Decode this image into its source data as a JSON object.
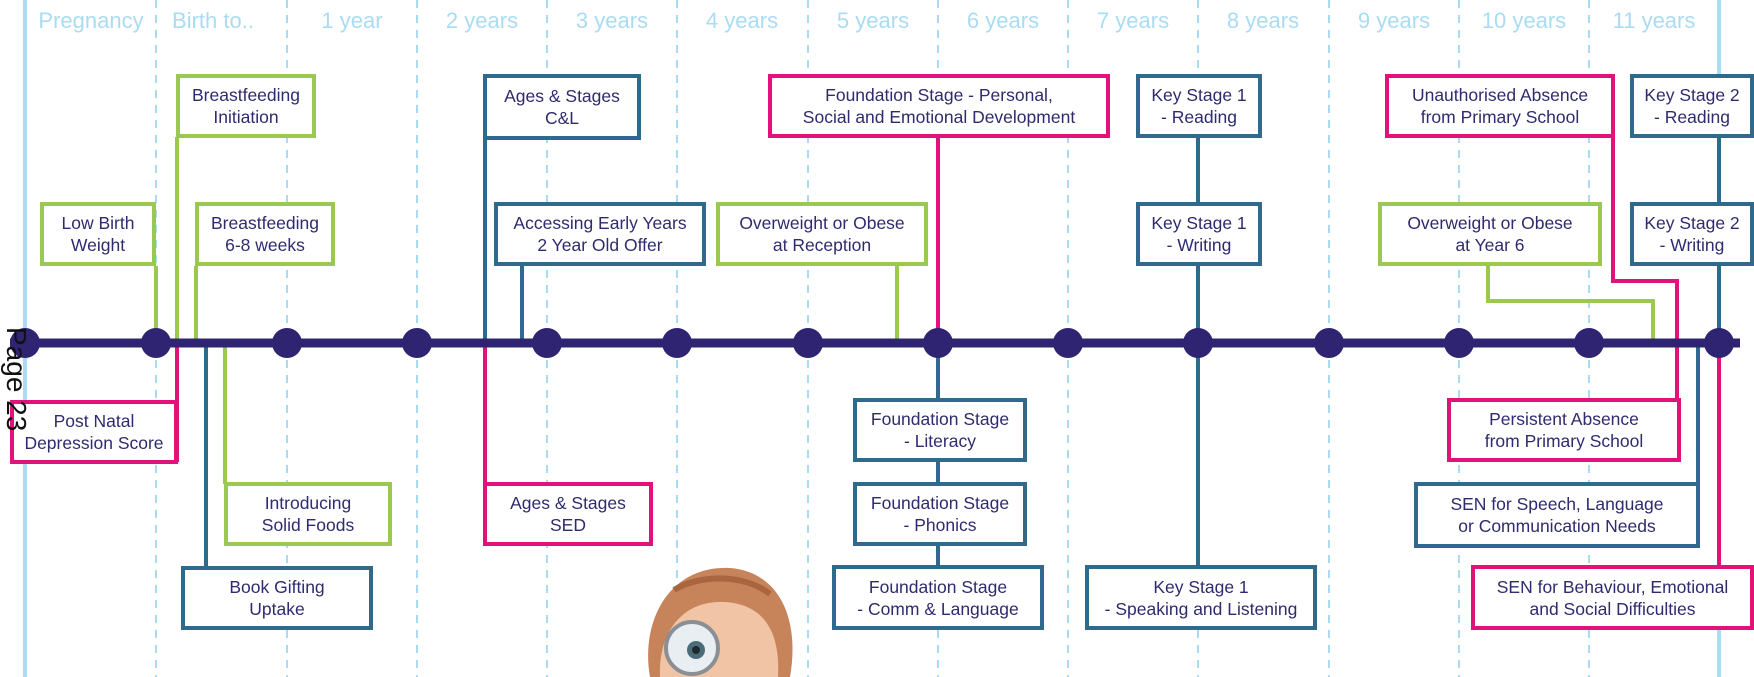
{
  "ages": [
    "Pregnancy",
    "Birth to..",
    "1 year",
    "2 years",
    "3 years",
    "4 years",
    "5 years",
    "6 years",
    "7 years",
    "8 years",
    "9 years",
    "10 years",
    "11 years"
  ],
  "page_label": "Page 23",
  "colors": {
    "timeline": "#2e2472",
    "age_text": "#a9dcf3",
    "guide": "#a9dcf3",
    "green": "#9ac850",
    "pink": "#e2127b",
    "blue": "#2f6a8c",
    "text": "#2e2b6e"
  },
  "nodes": {
    "low_birth_weight": {
      "label": "Low Birth\nWeight",
      "color": "green"
    },
    "breastfeeding_initiation": {
      "label": "Breastfeeding\nInitiation",
      "color": "green"
    },
    "breastfeeding_6_8": {
      "label": "Breastfeeding\n6-8 weeks",
      "color": "green"
    },
    "post_natal_depression": {
      "label": "Post Natal\nDepression Score",
      "color": "pink"
    },
    "introducing_solid_foods": {
      "label": "Introducing\nSolid Foods",
      "color": "green"
    },
    "book_gifting": {
      "label": "Book Gifting\nUptake",
      "color": "blue"
    },
    "ages_stages_cl": {
      "label": "Ages & Stages\nC&L",
      "color": "blue"
    },
    "early_years_offer": {
      "label": "Accessing Early Years\n2 Year Old Offer",
      "color": "blue"
    },
    "ages_stages_sed": {
      "label": "Ages & Stages\nSED",
      "color": "pink"
    },
    "overweight_reception": {
      "label": "Overweight or Obese\nat Reception",
      "color": "green"
    },
    "foundation_psed": {
      "label": "Foundation Stage - Personal,\nSocial and Emotional Development",
      "color": "pink"
    },
    "foundation_literacy": {
      "label": "Foundation Stage\n- Literacy",
      "color": "blue"
    },
    "foundation_phonics": {
      "label": "Foundation Stage\n- Phonics",
      "color": "blue"
    },
    "foundation_comm": {
      "label": "Foundation Stage\n- Comm & Language",
      "color": "blue"
    },
    "ks1_reading": {
      "label": "Key Stage 1\n- Reading",
      "color": "blue"
    },
    "ks1_writing": {
      "label": "Key Stage 1\n- Writing",
      "color": "blue"
    },
    "ks1_speaking": {
      "label": "Key Stage 1\n- Speaking and Listening",
      "color": "blue"
    },
    "unauthorised_absence": {
      "label": "Unauthorised Absence\nfrom Primary School",
      "color": "pink"
    },
    "overweight_year6": {
      "label": "Overweight or Obese\nat Year 6",
      "color": "green"
    },
    "persistent_absence": {
      "label": "Persistent Absence\nfrom Primary School",
      "color": "pink"
    },
    "sen_speech": {
      "label": "SEN for Speech, Language\nor Communication Needs",
      "color": "blue"
    },
    "sen_behaviour": {
      "label": "SEN for Behaviour, Emotional\nand Social Difficulties",
      "color": "pink"
    },
    "ks2_reading": {
      "label": "Key Stage 2\n- Reading",
      "color": "blue"
    },
    "ks2_writing": {
      "label": "Key Stage 2\n- Writing",
      "color": "blue"
    }
  }
}
